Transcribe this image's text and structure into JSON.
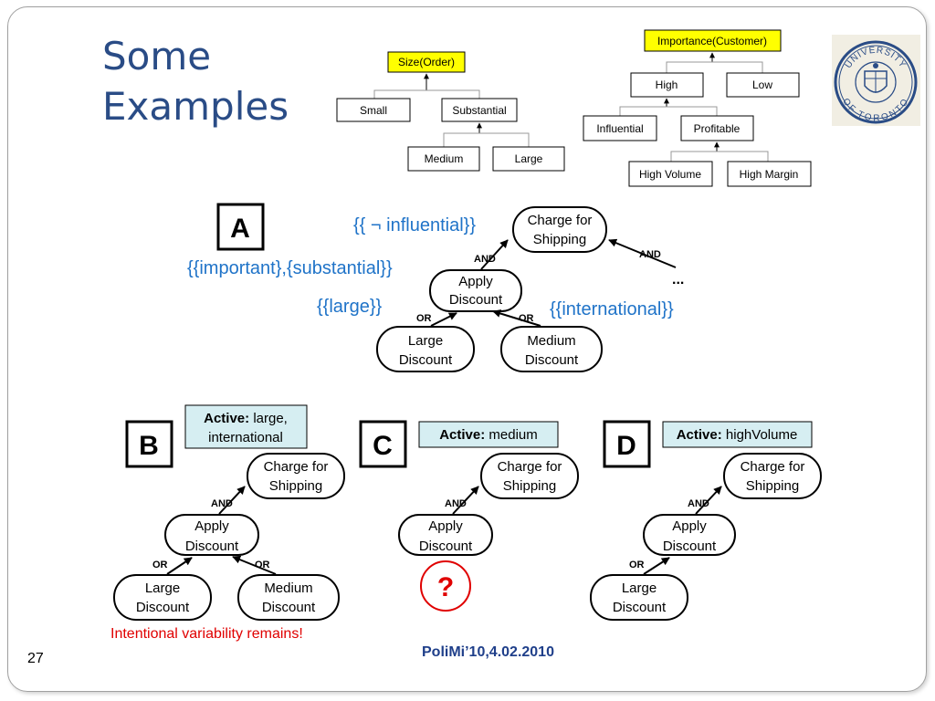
{
  "slide": {
    "title_line1": "Some",
    "title_line2": "Examples",
    "page_number": "27",
    "footer": "PoliMi’10,4.02.2010",
    "variability_note": "Intentional variability remains!"
  },
  "colors": {
    "title": "#2a4c86",
    "annotation": "#1f73c8",
    "yellow": "#ffff00",
    "active_box": "#d6eef2",
    "red": "#e00000"
  },
  "logo": {
    "text_top": "UNIVERSITY",
    "text_bottom": "OF TORONTO",
    "icon": "crest-icon"
  },
  "size_tree": {
    "root": "Size(Order)",
    "small": "Small",
    "substantial": "Substantial",
    "medium": "Medium",
    "large": "Large"
  },
  "importance_tree": {
    "root": "Importance(Customer)",
    "high": "High",
    "low": "Low",
    "influential": "Influential",
    "profitable": "Profitable",
    "high_volume": "High Volume",
    "high_margin": "High Margin"
  },
  "nodes": {
    "charge_l1": "Charge for",
    "charge_l2": "Shipping",
    "apply_l1": "Apply",
    "apply_l2": "Discount",
    "large_l1": "Large",
    "large_l2": "Discount",
    "medium_l1": "Medium",
    "medium_l2": "Discount"
  },
  "edge_labels": {
    "and": "AND",
    "or": "OR",
    "ellipsis": "..."
  },
  "example_a": {
    "letter": "A",
    "not_influential": "{{ ¬ influential}}",
    "important_substantial": "{{important},{substantial}}",
    "large": "{{large}}",
    "international": "{{international}}"
  },
  "example_b": {
    "letter": "B",
    "active_label": "Active:",
    "active_line1": " large,",
    "active_line2": "international"
  },
  "example_c": {
    "letter": "C",
    "active_label": "Active:",
    "active_value": " medium",
    "question": "?"
  },
  "example_d": {
    "letter": "D",
    "active_label": "Active:",
    "active_value": " highVolume"
  }
}
